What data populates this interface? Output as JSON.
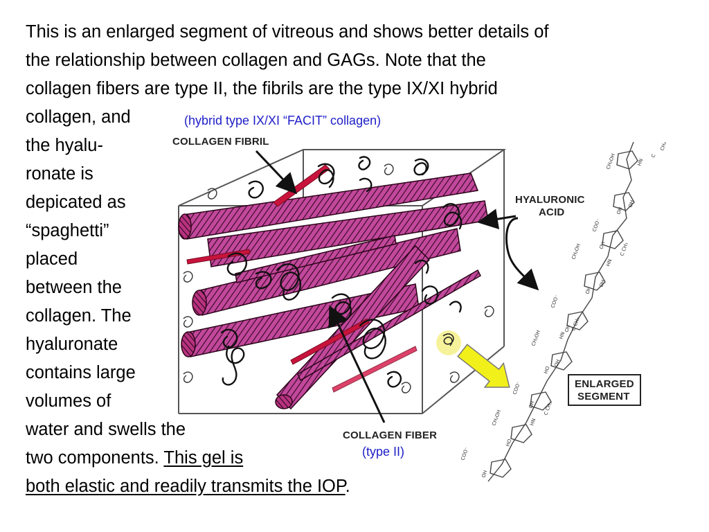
{
  "text": {
    "lines": [
      "This is an enlarged segment of vitreous and shows better details of",
      "the relationship between collagen and GAGs. Note that the",
      "collagen fibers are type II, the fibrils are the type IX/XI hybrid",
      "collagen, and",
      "the hyalu-",
      "ronate is",
      "depicated as",
      "“spaghetti”",
      "placed",
      "between the",
      "collagen. The",
      "hyaluronate",
      "contains large",
      "volumes of",
      "water and swells the",
      "two components. "
    ],
    "underlined_1": "This gel is",
    "underlined_2": "both elastic and readily transmits the IOP",
    "end_period": "."
  },
  "diagram": {
    "label_fibril": "COLLAGEN FIBRIL",
    "label_hyaluronic_1": "HYALURONIC",
    "label_hyaluronic_2": "ACID",
    "label_fiber": "COLLAGEN FIBER",
    "label_enlarged_1": "ENLARGED",
    "label_enlarged_2": "SEGMENT",
    "annot_facit": "(hybrid type IX/XI “FACIT” collagen)",
    "annot_type2": "(type II)"
  },
  "colors": {
    "annotation": "#1d1dc8",
    "fiber": "#b02a8a",
    "fibril": "#c8143c",
    "arrow_yellow": "#f2f01a"
  }
}
